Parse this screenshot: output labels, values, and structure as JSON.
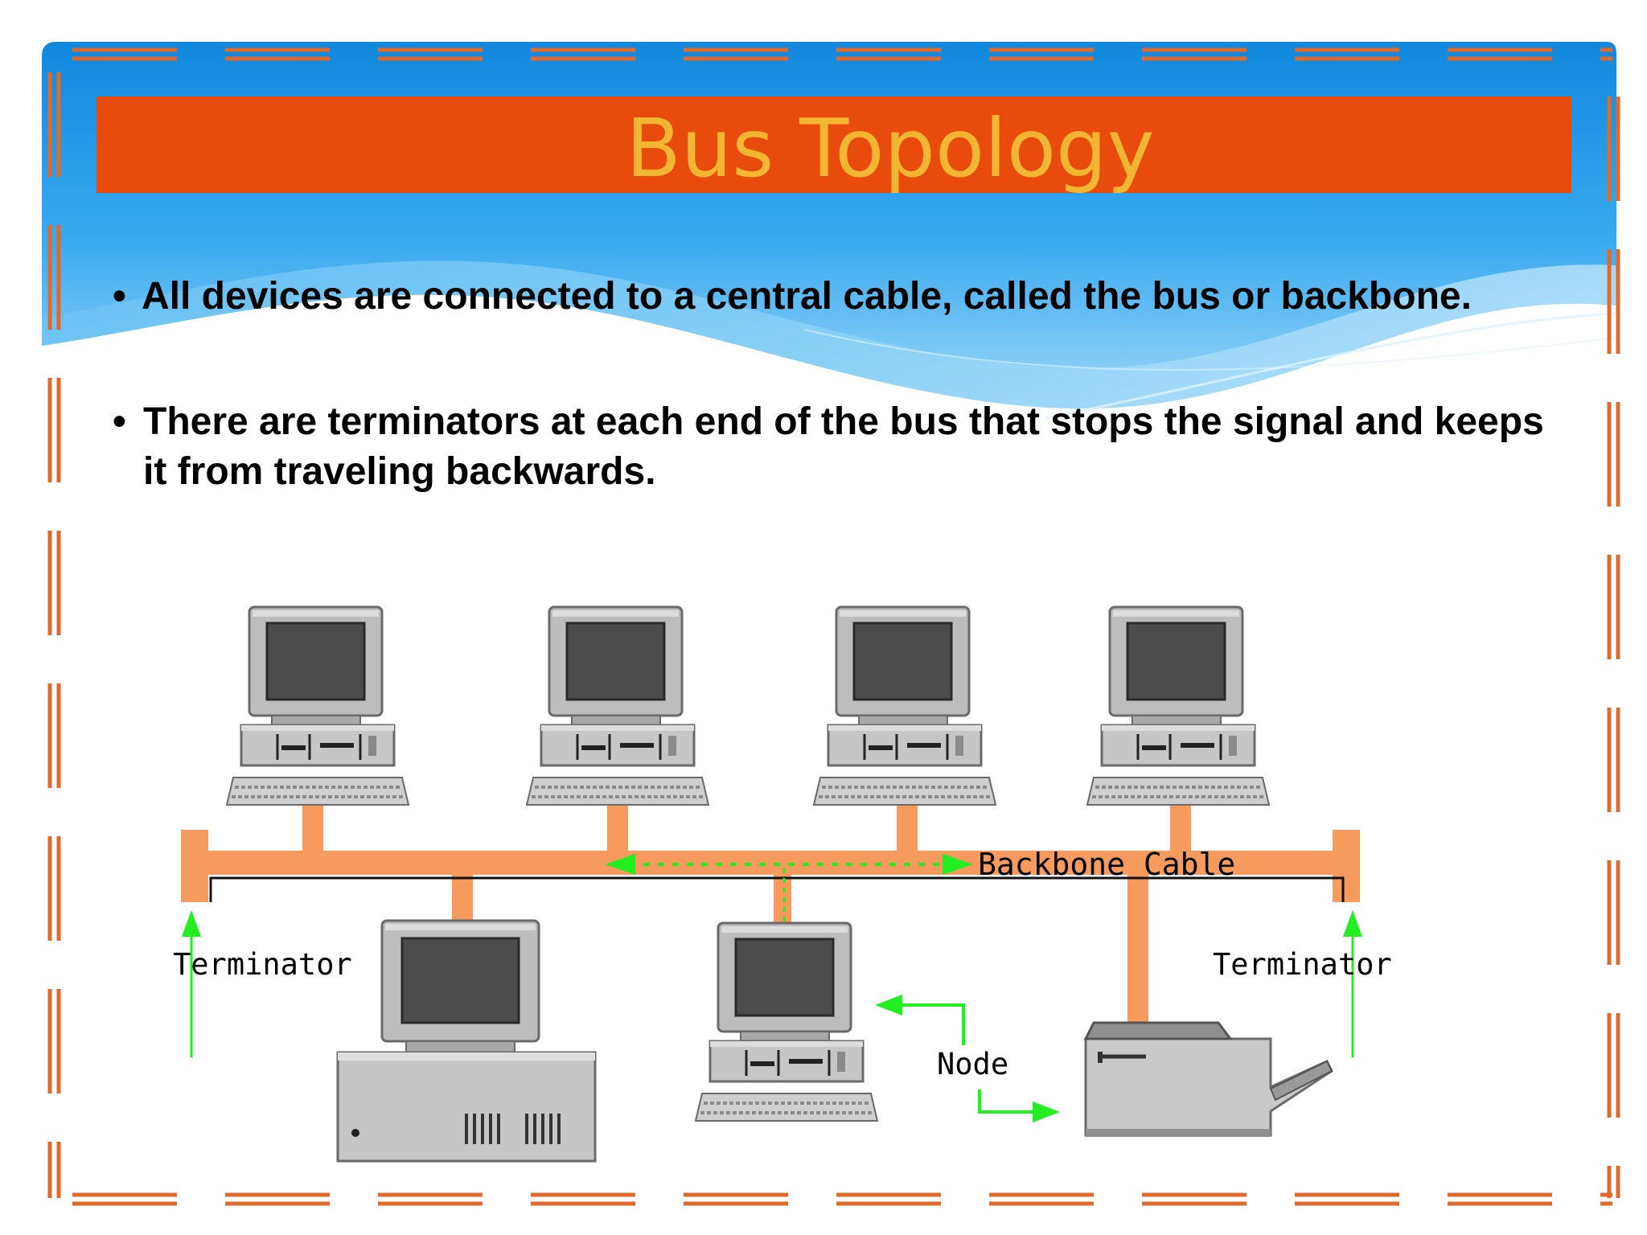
{
  "slide": {
    "title": "Bus Topology",
    "bullets": [
      {
        "marker": "•",
        "text": "All devices are connected to a central cable, called the bus or backbone."
      },
      {
        "marker": "•",
        "text": "There are terminators at each end of the bus that stops the signal and keeps it from traveling backwards."
      }
    ]
  },
  "diagram": {
    "labels": {
      "backbone": "Backbone Cable",
      "terminator_left": "Terminator",
      "terminator_right": "Terminator",
      "node": "Node"
    },
    "devices": [
      {
        "name": "computer-1",
        "type": "desktop"
      },
      {
        "name": "computer-2",
        "type": "desktop"
      },
      {
        "name": "computer-3",
        "type": "desktop"
      },
      {
        "name": "computer-4",
        "type": "desktop"
      },
      {
        "name": "computer-5",
        "type": "tower"
      },
      {
        "name": "computer-6",
        "type": "desktop"
      },
      {
        "name": "printer",
        "type": "printer"
      }
    ]
  },
  "colors": {
    "title_bar": "#e84b0c",
    "title_text": "#f2b632",
    "frame": "#e0692c",
    "cable": "#f79a5e",
    "arrow": "#22ee22",
    "sky_top": "#1a8fe0",
    "sky_light": "#8fd0f6"
  }
}
